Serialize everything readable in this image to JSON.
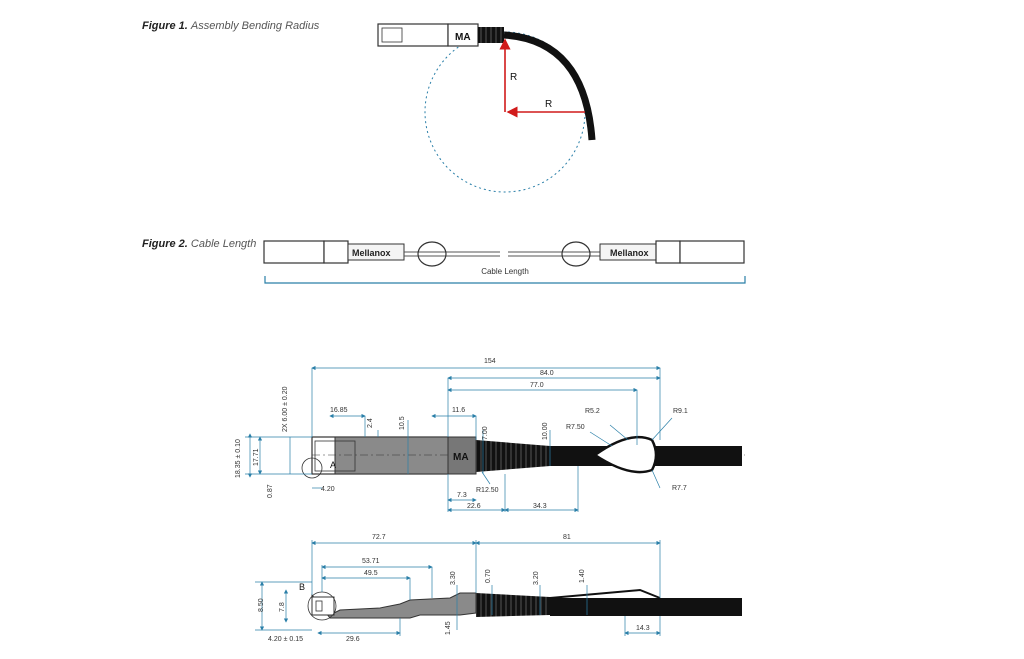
{
  "figure1": {
    "label": "Figure 1.",
    "title": "Assembly Bending Radius",
    "radius_label_vertical": "R",
    "radius_label_horizontal": "R",
    "brand_mark": "MA"
  },
  "figure2": {
    "label": "Figure 2.",
    "title": "Cable Length",
    "cable_length_label": "Cable Length",
    "brand_text": "Mellanox"
  },
  "figure3": {
    "dimensions": {
      "overall": "154",
      "d84": "84.0",
      "d77": "77.0",
      "d16_85": "16.85",
      "d2_4": "2.4",
      "d10_5": "10.5",
      "d11_6": "11.6",
      "d7_00": "7.00",
      "d10_00": "10.00",
      "r5_2": "R5.2",
      "r9_1": "R9.1",
      "r7_50": "R7.50",
      "r7_7": "R7.7",
      "r12_50": "R12.50",
      "d7_3": "7.3",
      "d22_6": "22.6",
      "d34_3": "34.3",
      "d4_20": "4.20",
      "d0_87": "0.87",
      "d17_71": "17.71",
      "d18_35": "18.35 ± 0.10",
      "d2x6": "2X 6.00 ± 0.20",
      "detail_a": "A"
    }
  },
  "figure4": {
    "dimensions": {
      "d72_7": "72.7",
      "d81": "81",
      "d53_71": "53.71",
      "d49_5": "49.5",
      "d3_30": "3.30",
      "d0_70": "0.70",
      "d3_20": "3.20",
      "d1_40": "1.40",
      "d8_50": "8.50",
      "d7_8": "7.8",
      "d1_45": "1.45",
      "d4_20_tol": "4.20 ± 0.15",
      "d29_6": "29.6",
      "d14_3": "14.3",
      "detail_b": "B"
    }
  },
  "colors": {
    "dimension_line": "#2a7fa8",
    "bend_radius": "#d11a1a",
    "cable": "#1a1a1a",
    "connector_shell": "#8a8a8a",
    "outline": "#333333"
  }
}
